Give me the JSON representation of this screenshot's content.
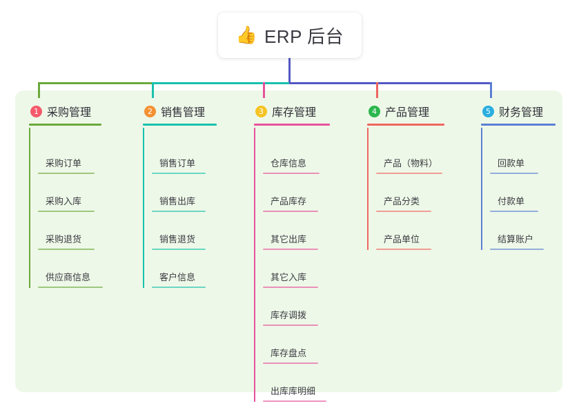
{
  "title": {
    "emoji": "👍",
    "emoji_name": "thumbs-up-icon",
    "text": "ERP 后台"
  },
  "colors": {
    "panel_bg": "#eef8e8",
    "page_bg": "#ffffff",
    "trunk": "#5358c4",
    "branch_1": "#6aa93c",
    "branch_2": "#18c1ad",
    "branch_3": "#e7519c",
    "branch_4": "#f0655f",
    "branch_5": "#5b7fd4",
    "badge_1": "#f55a6a",
    "badge_2": "#f49133",
    "badge_3": "#f6c324",
    "badge_4": "#2bb74e",
    "badge_5": "#2aaee0",
    "text": "#3a3b42"
  },
  "branches": [
    {
      "number": "1",
      "label": "采购管理",
      "badge_color": "#f55a6a",
      "line_color": "#6aa93c",
      "items": [
        "采购订单",
        "采购入库",
        "采购退货",
        "供应商信息"
      ]
    },
    {
      "number": "2",
      "label": "销售管理",
      "badge_color": "#f49133",
      "line_color": "#18c1ad",
      "items": [
        "销售订单",
        "销售出库",
        "销售退货",
        "客户信息"
      ]
    },
    {
      "number": "3",
      "label": "库存管理",
      "badge_color": "#f6c324",
      "line_color": "#e7519c",
      "items": [
        "仓库信息",
        "产品库存",
        "其它出库",
        "其它入库",
        "库存调拨",
        "库存盘点",
        "出库库明细"
      ]
    },
    {
      "number": "4",
      "label": "产品管理",
      "badge_color": "#2bb74e",
      "line_color": "#f0655f",
      "items": [
        "产品（物料）",
        "产品分类",
        "产品单位"
      ]
    },
    {
      "number": "5",
      "label": "财务管理",
      "badge_color": "#2aaee0",
      "line_color": "#5b7fd4",
      "items": [
        "回款单",
        "付款单",
        "结算账户"
      ]
    }
  ]
}
